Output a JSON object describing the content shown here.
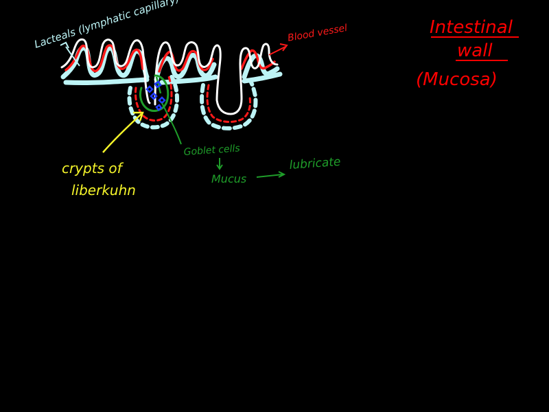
{
  "title": {
    "line1": "Intestinal",
    "line2": "wall",
    "line3": "(Mucosa)"
  },
  "labels": {
    "lacteals": "Lacteals (lymphatic capillary)",
    "blood_vessel": "Blood vessel",
    "crypts_line1": "crypts of",
    "crypts_line2": "liberkuhn",
    "goblet_cells": "Goblet cells",
    "mucus": "Mucus",
    "lubricate": "lubricate"
  },
  "colors": {
    "background": "#000000",
    "mucosa_outline": "#ffffff",
    "lacteal": "#bdf4f6",
    "blood_vessel": "#ff1a1a",
    "title": "#ff0000",
    "crypts": "#f5f52a",
    "goblet": "#1f9e2a",
    "nucleus": "#1f3cff"
  }
}
